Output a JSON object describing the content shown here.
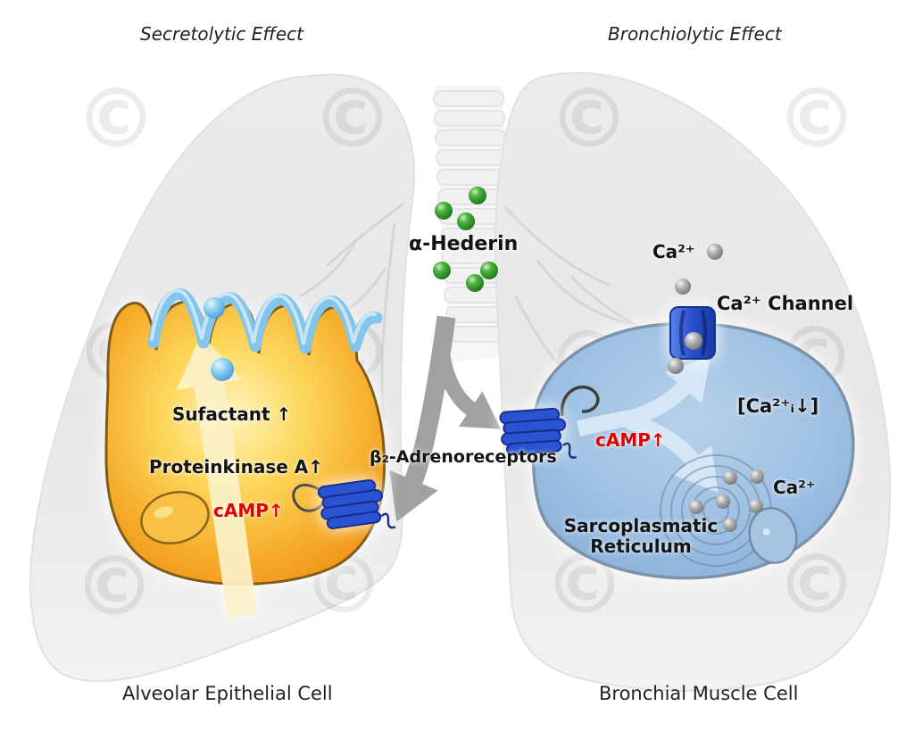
{
  "diagram": {
    "title_left": "Secretolytic Effect",
    "title_right": "Bronchiolytic Effect",
    "caption_left": "Alveolar Epithelial Cell",
    "caption_right": "Bronchial Muscle Cell",
    "ligand": "α-Hederin",
    "receptors_label": "β₂-Adrenoreceptors",
    "left_cell": {
      "surfactant": "Sufactant ↑",
      "proteinkinase": "Proteinkinase A↑",
      "camp": "cAMP↑"
    },
    "right_cell": {
      "ca_extracellular": "Ca²⁺",
      "ca_channel": "Ca²⁺ Channel",
      "ca_intracellular": "[Ca²⁺ᵢ↓]",
      "camp": "cAMP↑",
      "ca_stored": "Ca²⁺",
      "sr_line1": "Sarcoplasmatic",
      "sr_line2": "Reticulum"
    }
  },
  "watermark": {
    "symbol": "©"
  },
  "colors": {
    "camp_red": "#e10000",
    "receptor_blue": "#2a52d4",
    "ligand_green": "#2e9b2e",
    "left_cell_orange": "#f6ad2c",
    "right_cell_blue": "#9cbfe2",
    "lung_gray": "#e9e9e9"
  }
}
